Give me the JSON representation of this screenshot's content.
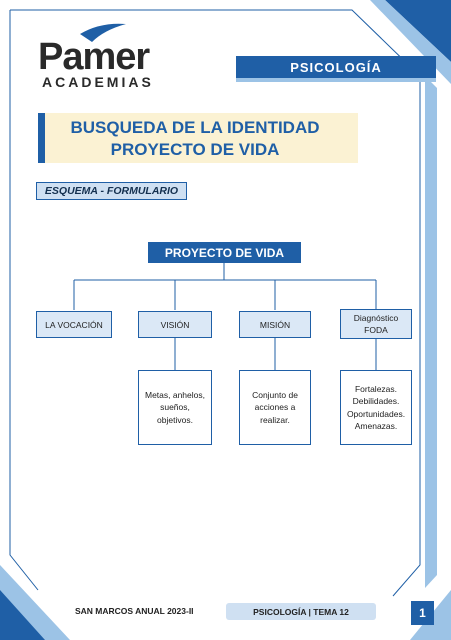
{
  "header": {
    "logo_word": "Pamer",
    "logo_sub": "ACADEMIAS",
    "subject": "PSICOLOGÍA"
  },
  "title": {
    "line1": "BUSQUEDA DE LA IDENTIDAD",
    "line2": "PROYECTO DE VIDA"
  },
  "section_label": "ESQUEMA - FORMULARIO",
  "diagram": {
    "root": "PROYECTO DE VIDA",
    "branches": [
      {
        "label": "LA VOCACIÓN",
        "detail": ""
      },
      {
        "label": "VISIÓN",
        "detail": "Metas, anhelos,\nsueños,\nobjetivos."
      },
      {
        "label": "MISIÓN",
        "detail": "Conjunto de\nacciones  a\nrealizar."
      },
      {
        "label": "Diagnóstico\nFODA",
        "detail": "Fortalezas.\nDebilidades.\nOportunidades.\nAmenazas."
      }
    ]
  },
  "footer": {
    "left": "SAN MARCOS ANUAL 2023-II",
    "center": "PSICOLOGÍA | TEMA 12",
    "page": "1"
  },
  "colors": {
    "primary": "#1f5fa6",
    "light_blue": "#cfe0f2",
    "cream": "#fbf2d3"
  }
}
